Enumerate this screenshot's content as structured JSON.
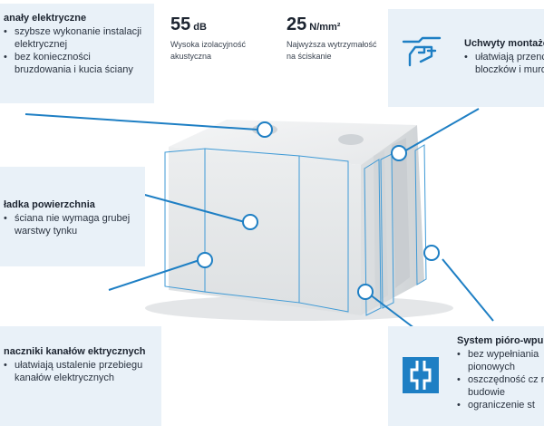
{
  "features": {
    "kanaly": {
      "title": "anały elektryczne",
      "items": [
        "szybsze wykonanie instalacji elektrycznej",
        "bez konieczności bruzdowania i kucia ściany"
      ]
    },
    "gladka": {
      "title": "ładka powierzchnia",
      "items": [
        "ściana nie wymaga grubej warstwy tynku"
      ]
    },
    "znaczniki": {
      "title": "naczniki kanałów ektrycznych",
      "items": [
        "ułatwiają ustalenie przebiegu kanałów elektrycznych"
      ]
    },
    "uchwyty": {
      "title": "Uchwyty montażo",
      "items": [
        "ułatwiają przenc bloczków i muro"
      ],
      "icon": "hand-grip-icon"
    },
    "system": {
      "title": "System pióro-wpu",
      "items": [
        "bez wypełniania pionowych",
        "oszczędność cz na budowie",
        "ograniczenie st"
      ],
      "icon": "tongue-groove-icon"
    }
  },
  "stats": {
    "acoustic": {
      "value": "55",
      "unit": "dB",
      "desc": "Wysoka izolacyjność akustyczna"
    },
    "strength": {
      "value": "25",
      "unit": "N/mm²",
      "desc": "Najwyższa wytrzymałość na ściskanie"
    }
  },
  "colors": {
    "panel_bg": "#e9f1f8",
    "accent": "#1e7fc4",
    "text": "#1c2430"
  }
}
